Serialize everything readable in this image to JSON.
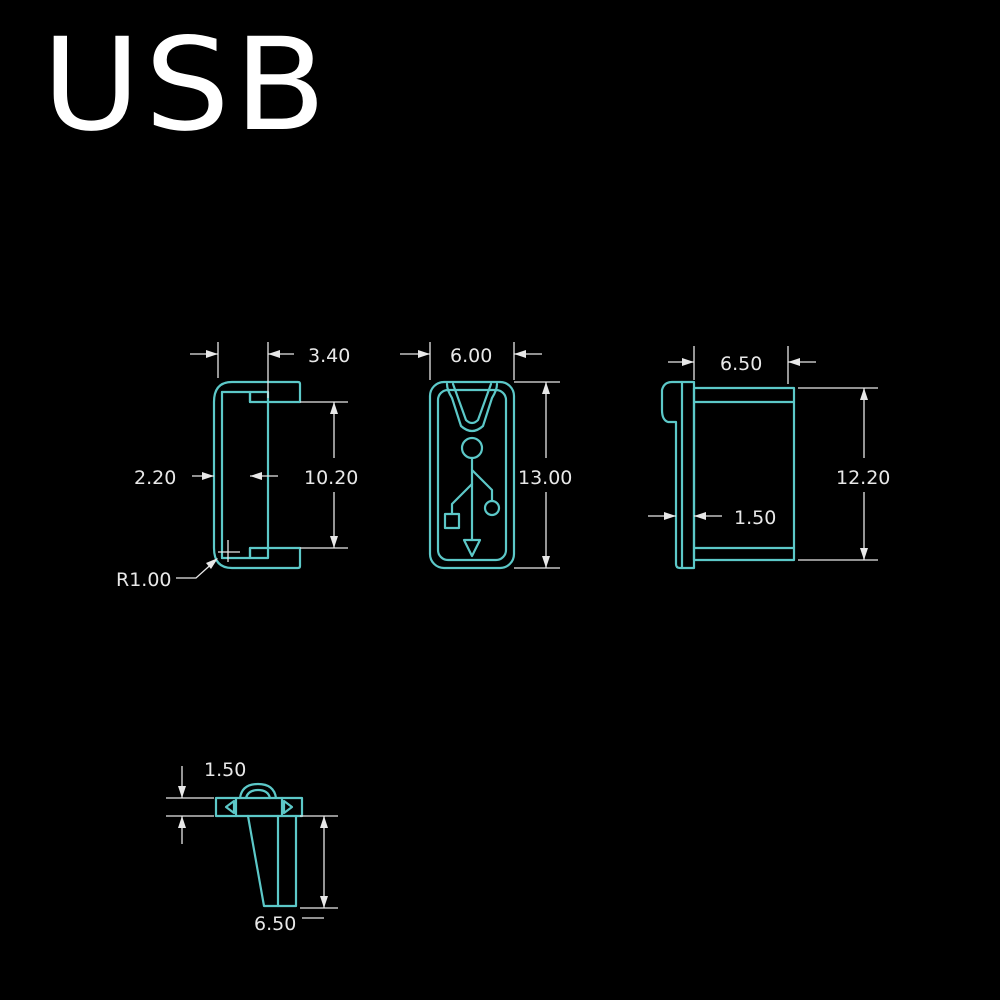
{
  "title": "USB",
  "view1": {
    "width_label": "3.40",
    "wall_label": "2.20",
    "height_label": "10.20",
    "radius_label": "R1.00"
  },
  "view2": {
    "width_label": "6.00",
    "height_label": "13.00"
  },
  "view3": {
    "depth_label": "6.50",
    "height_label": "12.20",
    "flange_label": "1.50"
  },
  "view4": {
    "thickness_label": "1.50",
    "length_label": "6.50"
  },
  "colors": {
    "background": "#000000",
    "outline": "#5cc8c8",
    "dimension": "#e8e8e8",
    "title": "#ffffff"
  },
  "icons": {
    "usb_symbol": "usb-trident-icon"
  }
}
